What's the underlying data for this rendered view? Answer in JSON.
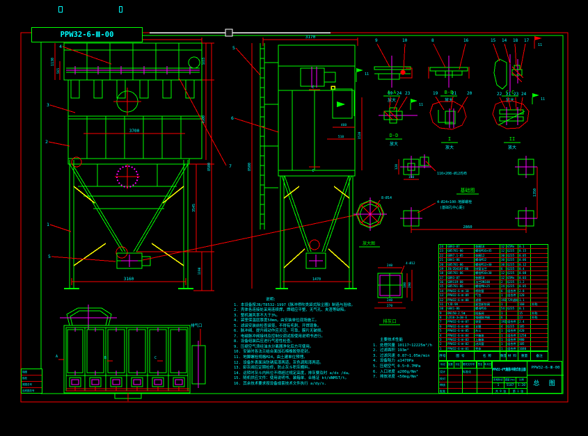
{
  "frame": {
    "label_box": "PPW32-6-Ⅲ-00"
  },
  "front": {
    "dim_top": "4050",
    "dim_plenum_h": "1130",
    "dim_565": "565",
    "dim_mid": "3700",
    "dim_bottom": "3160",
    "dim_r1": "1415",
    "dim_r2": "4500",
    "dim_r3": "8500",
    "dim_hopper": "3545",
    "dim_leg": "1190",
    "balloons": [
      "4",
      "3",
      "2",
      "1",
      "5"
    ]
  },
  "side": {
    "dim_top": "3170",
    "dim_460": "460",
    "dim_510": "510",
    "dim_1520": "1520",
    "dim_left": "8500",
    "dim_bottom": "1470",
    "balloons": [
      "5",
      "6",
      "7"
    ],
    "flag": "11",
    "c_mark": "C"
  },
  "plan": {
    "note_outlet": "排气口",
    "mark_a": "A",
    "mark_b": "B",
    "mark_c": "C"
  },
  "sections": {
    "row1": [
      {
        "label": "A-A",
        "scale": "放大",
        "b": [
          "9",
          "10"
        ]
      },
      {
        "label": "B-B",
        "scale": "放大",
        "b": [
          "8",
          "16"
        ]
      },
      {
        "label": "C-C",
        "scale": "放大",
        "b": [
          "15",
          "14",
          "18",
          "17"
        ],
        "flag": "11"
      }
    ],
    "row2": [
      {
        "label": "D-D",
        "scale": "放大",
        "b": [
          "19",
          "24",
          "23"
        ],
        "flag": "11"
      },
      {
        "label": "I",
        "scale": "放大",
        "b": [
          "19",
          "21",
          "20"
        ]
      },
      {
        "label": "II",
        "scale": "放大",
        "b": [
          "22",
          "21",
          "23",
          "24"
        ],
        "flag": "11"
      }
    ]
  },
  "flange": {
    "note": "8-Ø14",
    "label": "放大图"
  },
  "foundation": {
    "title": "基础图",
    "note_pad": "116×208-Ø12均布",
    "note_bolt": "4-Ø24×100-地脚螺栓",
    "note_center": "(基础孔中心距)",
    "dim_w": "2860",
    "dim_h": "1350",
    "dim_150": "150",
    "dim_120": "120"
  },
  "ash": {
    "label": "排灰口",
    "note": "4-Ø12",
    "d_top": "240",
    "d_r1": "180",
    "d_r2": "290",
    "d_b1": "240",
    "d_b2": "270"
  },
  "notes": {
    "title": "说明:",
    "items": [
      "1.  本设备按JB/T8532-1997《脉冲喷吹类袋式除尘器》制造与验收。",
      "2.  壳体各连接处采用连续焊，焊缝应平整、无气孔、夹渣等缺陷。",
      "3.  整机漏风率不大于3%。",
      "4.  袋室保温层厚度50mm，由安装单位现场施工。",
      "5.  滤袋安装前检查袋笼，不得有毛刺、开焊现象。",
      "6.  脉冲阀、提升阀动作应灵活、可靠，膜片无破损。",
      "7.  电磁脉冲阀接线及控制仪调试按使用说明书进行。",
      "8.  设备组装后应进行气密性检查。",
      "9.  压缩空气须经油水分离器净化后方可使用。",
      "10. 安装时各法兰结合面加石棉橡胶垫密封。",
      "11. 地脚螺栓规格M24，由土建单位预埋。",
      "12. 设备外表面涂防锈底漆两道，灰色调和漆两道。",
      "13. 卸灰阀应定期检修，防止灰斗积灰棚料。",
      "14. 运转时灰斗内料位不得超过规定高度，排灰要及时 a/ds /da。",
      "15. 随机供应文件：使用说明书、装箱单、合格证 kt/dNMST/t。",
      "16. 其余技术要求按设备成套技术文件执行 a/dy/s."
    ]
  },
  "specs": {
    "title": "主要技术性能",
    "items": [
      "1. 处理风量 10117~12225m³/h",
      "2. 过滤面积 193m²",
      "3. 过滤风速 0.87~1.05m/min",
      "4. 设备阻力 ≤1470Pa",
      "5. 压缩空气 0.5~0.7MPa",
      "6. 入口浓度 ≤200g/Nm³",
      "7. 排放浓度 <50mg/Nm³"
    ]
  },
  "bom": {
    "headers": [
      "序号",
      "图 号",
      "名 称",
      "数量",
      "材 料",
      "重量",
      "备注"
    ],
    "rows": [
      [
        "24",
        "GB93-87",
        "垫圈16",
        "12",
        "65Mn",
        "0.1",
        ""
      ],
      [
        "23",
        "GB5781-86",
        "螺栓M16×45",
        "12",
        "Q235",
        "0.15",
        ""
      ],
      [
        "22",
        "GB97.1-85",
        "垫圈12",
        "30",
        "Q235",
        "0.05",
        ""
      ],
      [
        "21",
        "GB41-86",
        "螺母M12",
        "30",
        "Q235",
        "0.06",
        ""
      ],
      [
        "20",
        "GB5781-86",
        "螺栓M12×40",
        "30",
        "Q235",
        "0.12",
        ""
      ],
      [
        "19",
        "JB/ZQ4187-86",
        "接管法兰",
        "6",
        "Q235",
        "0.4",
        ""
      ],
      [
        "18",
        "GB5781-86",
        "螺栓M10×30",
        "12",
        "Q235",
        "0.08",
        ""
      ],
      [
        "17",
        "GB93-87",
        "垫圈10",
        "12",
        "65Mn",
        "0.03",
        ""
      ],
      [
        "16",
        "GB9119-88",
        "法兰DN100",
        "2",
        "Q235",
        "1.2",
        ""
      ],
      [
        "15",
        "GB5781-86",
        "螺栓M8×25",
        "24",
        "Q235",
        "0.05",
        ""
      ],
      [
        "14",
        "PPW32-6-Ⅲ-10",
        "喷吹管",
        "6",
        "组合件",
        "2.8",
        ""
      ],
      [
        "13",
        "PPW32-6-Ⅲ-09",
        "气包",
        "1",
        "组合件",
        "120",
        ""
      ],
      [
        "12",
        "PPW32-6-Ⅲ-08",
        "滤袋",
        "192",
        "729滤料",
        "1.1",
        ""
      ],
      [
        "11",
        "YJD-9A",
        "星型卸灰阀",
        "1",
        "",
        "160",
        "外购"
      ],
      [
        "10",
        "GB41-86",
        "螺母M16",
        "54",
        "Q235",
        "0.1",
        ""
      ],
      [
        "9",
        "DN150-2.5Ⅲ",
        "插板阀",
        "1",
        "",
        "15",
        "外购"
      ],
      [
        "8",
        "LD10-3×3Ⅲ-E",
        "电磁脉冲阀",
        "6",
        "",
        "23",
        "外购"
      ],
      [
        "7",
        "PPW32-6-Ⅲ-07",
        "袋笼",
        "192",
        "组合件",
        "2.4",
        ""
      ],
      [
        "6",
        "PPW32-6-Ⅲ-06",
        "支腿",
        "4",
        "Q235",
        "185",
        ""
      ],
      [
        "5",
        "PPW32-6-Ⅲ-05",
        "灰斗",
        "1",
        "组合件",
        "420",
        ""
      ],
      [
        "4",
        "PPW32-6-Ⅲ-04",
        "中箱体",
        "1",
        "组合件",
        "1250",
        ""
      ],
      [
        "3",
        "PPW32-6-Ⅲ-03",
        "上箱体",
        "1",
        "组合件",
        "980",
        ""
      ],
      [
        "2",
        "PPW32-6-Ⅲ-02",
        "进风管",
        "1",
        "组合件",
        "105",
        ""
      ],
      [
        "1",
        "PPW32-6-Ⅲ-01",
        "壳体",
        "1",
        "组合件",
        "1680",
        ""
      ]
    ]
  },
  "tb": {
    "rev_headers": [
      "标记",
      "处数",
      "分区",
      "更改文件号",
      "签名",
      "年月日"
    ],
    "sign_left": [
      "设计",
      "校对",
      "审核",
      "批准"
    ],
    "sign_right": [
      "标准化",
      "",
      "",
      ""
    ],
    "title": "PPW32-6气箱脉冲袋式收尘器",
    "dwg_no": "PPW32-6-Ⅲ-00",
    "type": "总 图",
    "stage_headers": [
      "阶段标记",
      "重量(kg)",
      "比例"
    ],
    "stage_values": [
      "1",
      "5187",
      "1:20"
    ],
    "sheet_total": "共 9 张",
    "sheet_no": "第 1 张"
  },
  "corner": {
    "rows": [
      "描图",
      "描校",
      "底图总号",
      "旧底图总号"
    ]
  }
}
